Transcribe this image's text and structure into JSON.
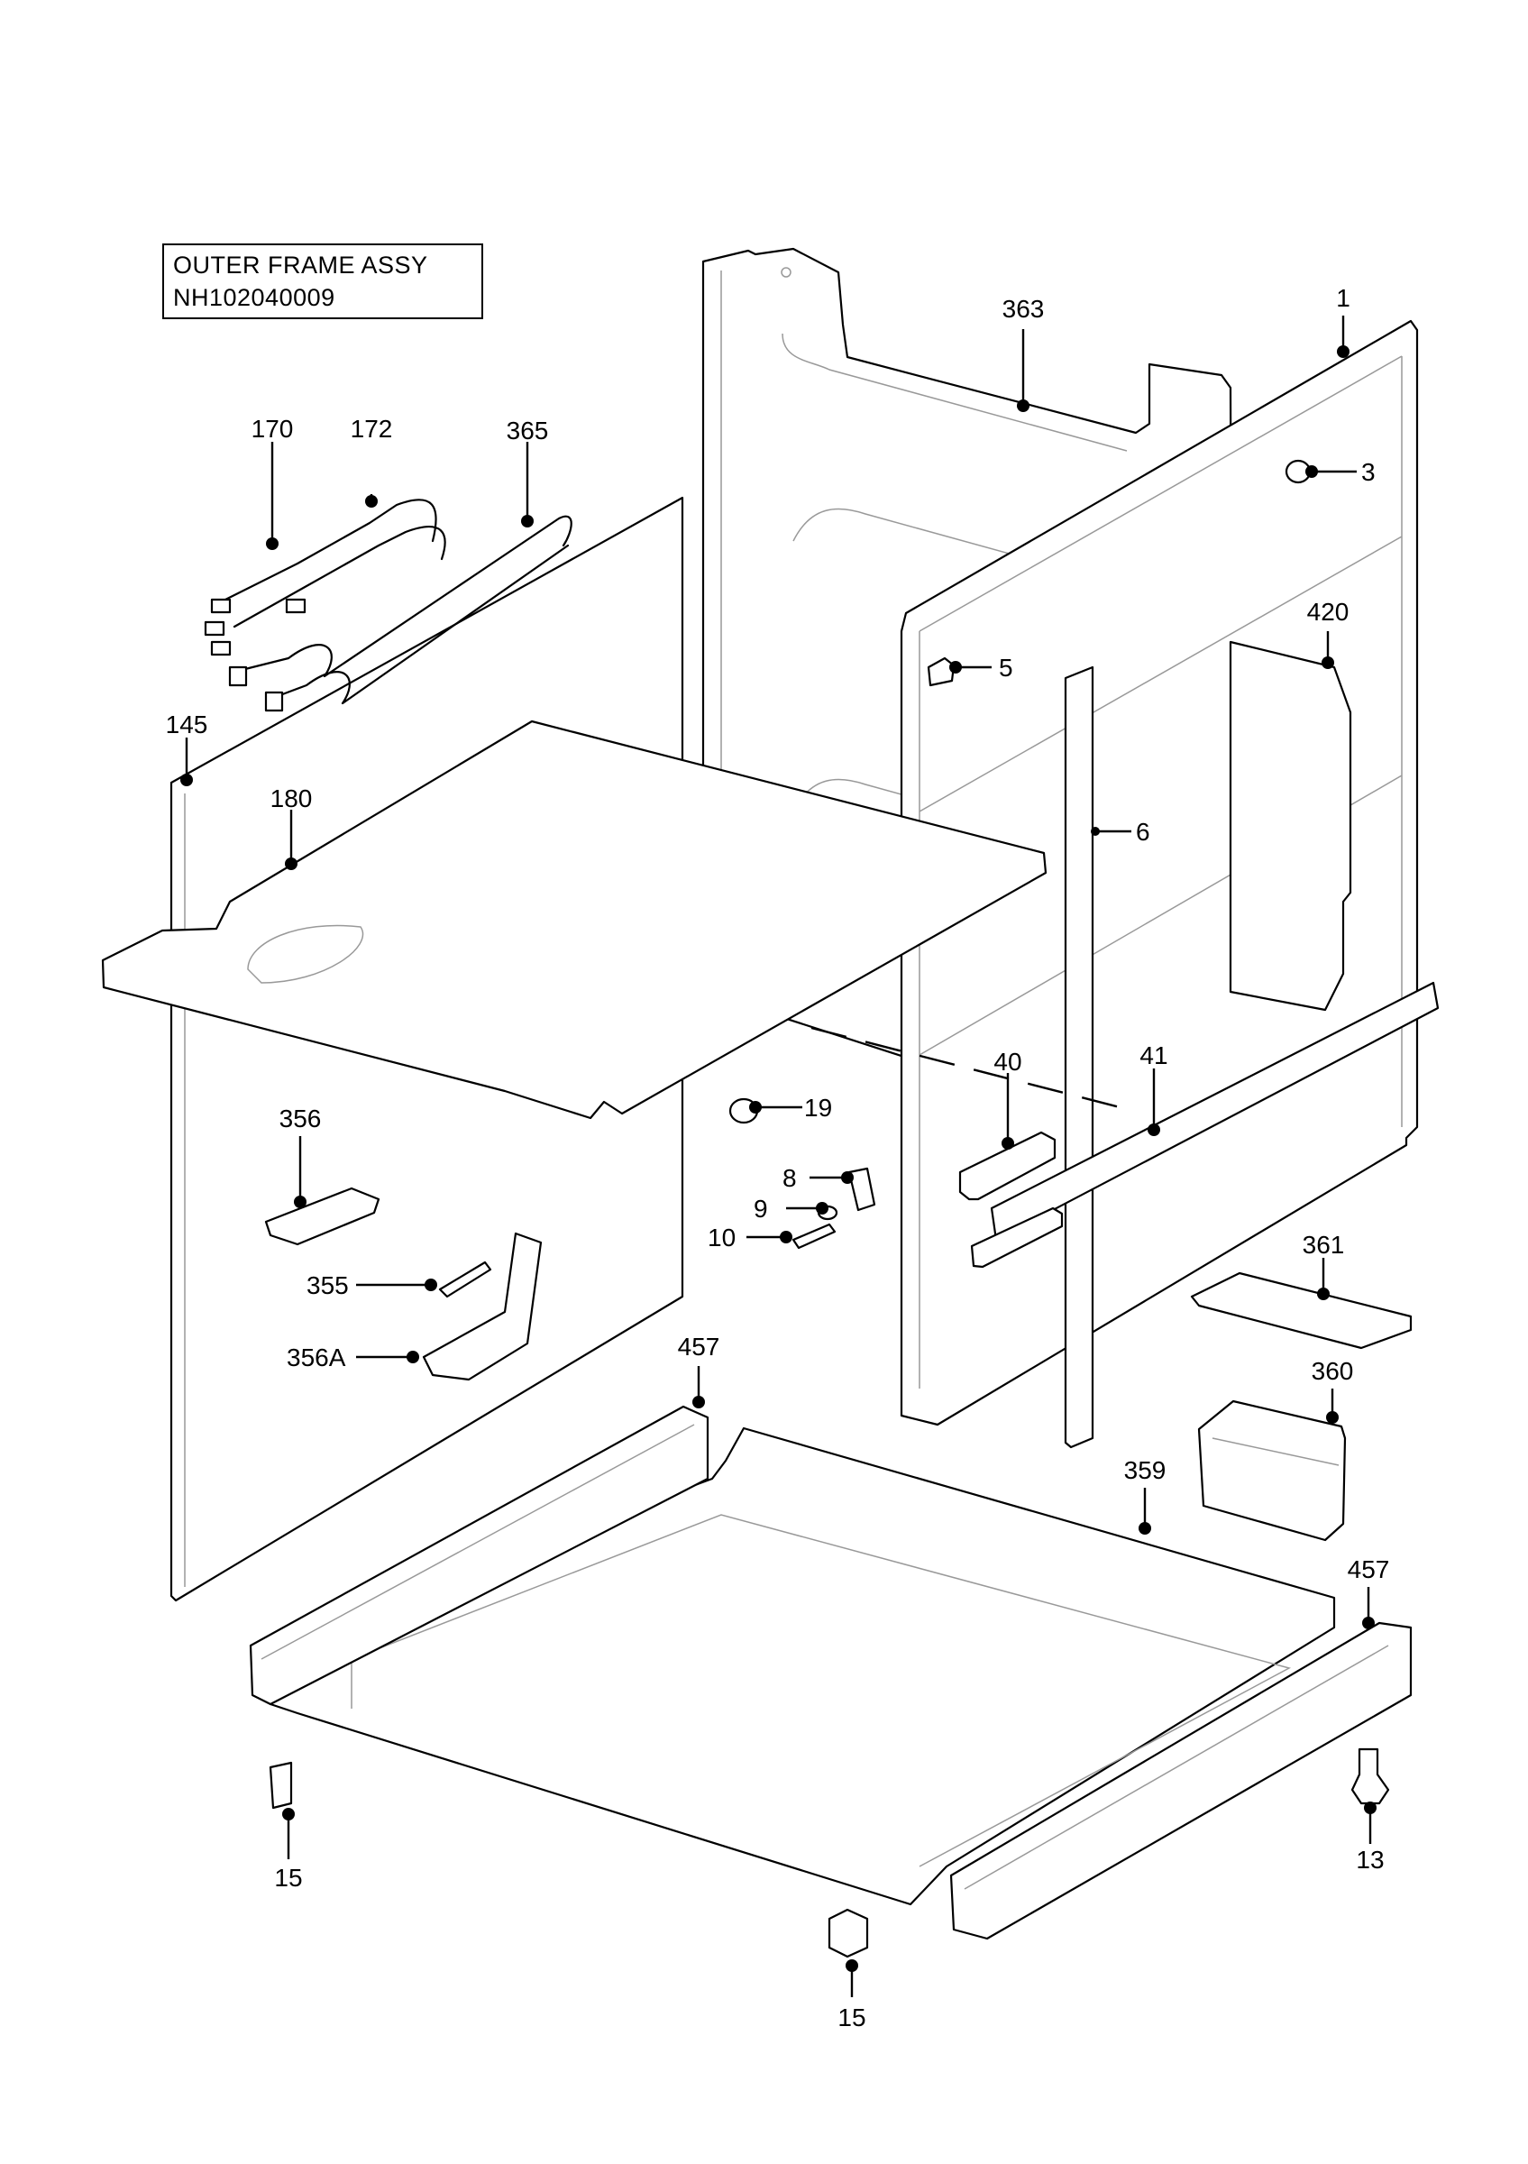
{
  "title": {
    "line1": "OUTER FRAME  ASSY",
    "line2": "NH102040009"
  },
  "callouts": [
    {
      "id": "c-363",
      "label": "363"
    },
    {
      "id": "c-1",
      "label": "1"
    },
    {
      "id": "c-3",
      "label": "3"
    },
    {
      "id": "c-170",
      "label": "170"
    },
    {
      "id": "c-172",
      "label": "172"
    },
    {
      "id": "c-365",
      "label": "365"
    },
    {
      "id": "c-420",
      "label": "420"
    },
    {
      "id": "c-5",
      "label": "5"
    },
    {
      "id": "c-145",
      "label": "145"
    },
    {
      "id": "c-180",
      "label": "180"
    },
    {
      "id": "c-6",
      "label": "6"
    },
    {
      "id": "c-40",
      "label": "40"
    },
    {
      "id": "c-41",
      "label": "41"
    },
    {
      "id": "c-19",
      "label": "19"
    },
    {
      "id": "c-356",
      "label": "356"
    },
    {
      "id": "c-8",
      "label": "8"
    },
    {
      "id": "c-9",
      "label": "9"
    },
    {
      "id": "c-10",
      "label": "10"
    },
    {
      "id": "c-361",
      "label": "361"
    },
    {
      "id": "c-355",
      "label": "355"
    },
    {
      "id": "c-356A",
      "label": "356A"
    },
    {
      "id": "c-457a",
      "label": "457"
    },
    {
      "id": "c-360",
      "label": "360"
    },
    {
      "id": "c-359",
      "label": "359"
    },
    {
      "id": "c-457b",
      "label": "457"
    },
    {
      "id": "c-15a",
      "label": "15"
    },
    {
      "id": "c-13",
      "label": "13"
    },
    {
      "id": "c-15b",
      "label": "15"
    }
  ]
}
